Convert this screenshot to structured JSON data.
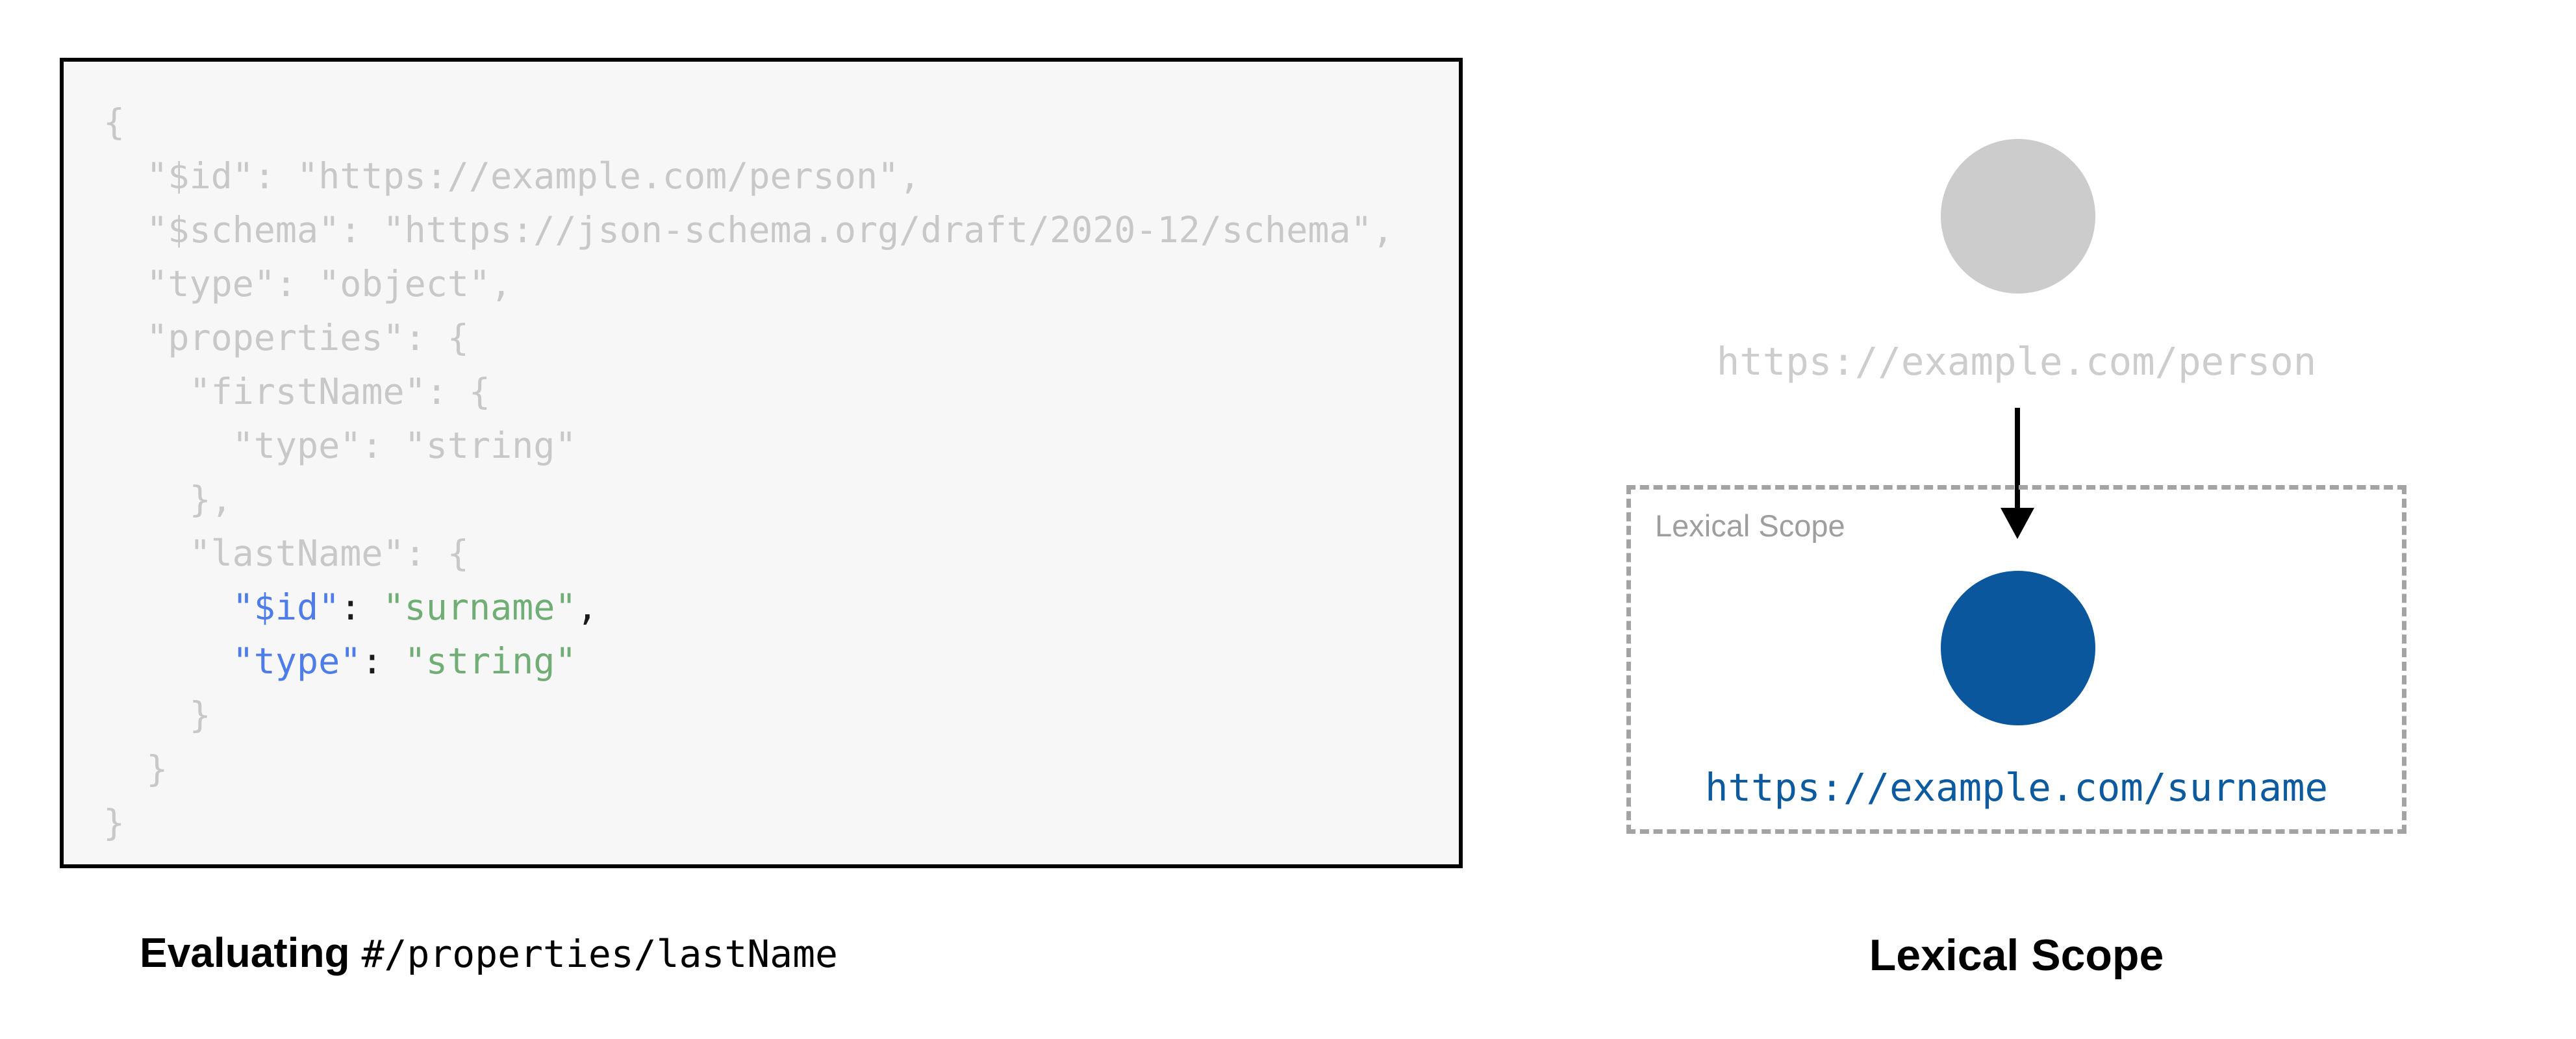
{
  "left_panel": {
    "caption": {
      "bold": "Evaluating",
      "path": "#/properties/lastName"
    },
    "code": {
      "lines": [
        {
          "segs": [
            {
              "t": "{",
              "c": "gray"
            }
          ]
        },
        {
          "segs": [
            {
              "t": "  \"$id\": \"https://example.com/person\",",
              "c": "gray"
            }
          ]
        },
        {
          "segs": [
            {
              "t": "  \"$schema\": \"https://json-schema.org/draft/2020-12/schema\",",
              "c": "gray"
            }
          ]
        },
        {
          "segs": [
            {
              "t": "  \"type\": \"object\",",
              "c": "gray"
            }
          ]
        },
        {
          "segs": [
            {
              "t": "  \"properties\": {",
              "c": "gray"
            }
          ]
        },
        {
          "segs": [
            {
              "t": "    \"firstName\": {",
              "c": "gray"
            }
          ]
        },
        {
          "segs": [
            {
              "t": "      \"type\": \"string\"",
              "c": "gray"
            }
          ]
        },
        {
          "segs": [
            {
              "t": "    },",
              "c": "gray"
            }
          ]
        },
        {
          "segs": [
            {
              "t": "    \"lastName\": {",
              "c": "gray"
            }
          ]
        },
        {
          "segs": [
            {
              "t": "      ",
              "c": "gray"
            },
            {
              "t": "\"$id\"",
              "c": "blue"
            },
            {
              "t": ": ",
              "c": "black"
            },
            {
              "t": "\"surname\"",
              "c": "green"
            },
            {
              "t": ",",
              "c": "black"
            }
          ]
        },
        {
          "segs": [
            {
              "t": "      ",
              "c": "gray"
            },
            {
              "t": "\"type\"",
              "c": "blue"
            },
            {
              "t": ": ",
              "c": "black"
            },
            {
              "t": "\"string\"",
              "c": "green"
            }
          ]
        },
        {
          "segs": [
            {
              "t": "    }",
              "c": "gray"
            }
          ]
        },
        {
          "segs": [
            {
              "t": "  }",
              "c": "gray"
            }
          ]
        },
        {
          "segs": [
            {
              "t": "}",
              "c": "gray"
            }
          ]
        }
      ]
    }
  },
  "right_panel": {
    "root_schema_label": "https://example.com/person",
    "scope_box": {
      "title": "Lexical Scope",
      "schema_label": "https://example.com/surname"
    },
    "caption": "Lexical Scope"
  },
  "colors": {
    "page_bg": "#ffffff",
    "code_bg": "#f7f7f7",
    "code_border": "#000000",
    "code_gray": "#c8c8c8",
    "key_blue": "#4e7de9",
    "string_green": "#71ae76",
    "punct_black": "#1b1b1b",
    "circle_gray": "#cccccc",
    "label_gray": "#cdcdcd",
    "arrow_black": "#000000",
    "box_border_gray": "#a3a3a3",
    "scope_title_gray": "#9e9e9e",
    "scope_blue": "#0a579e",
    "url_blue": "#0d5b9e",
    "caption_black": "#000000"
  }
}
